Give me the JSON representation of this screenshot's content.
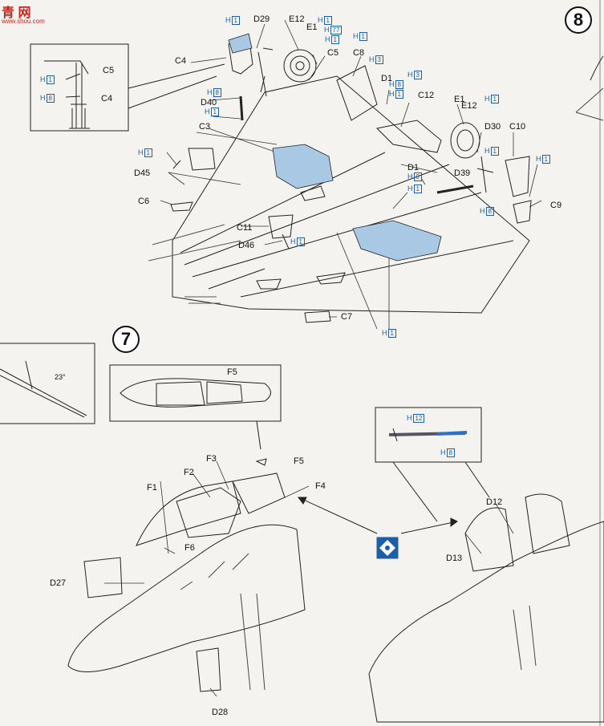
{
  "logo": {
    "text": "青 网",
    "url": "www.shou.com"
  },
  "steps": {
    "step8": "8",
    "step7": "7"
  },
  "angle": "23°",
  "labels": {
    "C4_top": "C4",
    "C5_inset": "C5",
    "C4_inset": "C4",
    "D29": "D29",
    "E12_a": "E12",
    "E1_a": "E1",
    "C5_main": "C5",
    "C8": "C8",
    "D40": "D40",
    "C3": "C3",
    "D45": "D45",
    "C6": "C6",
    "D1_a": "D1",
    "C12": "C12",
    "E1_b": "E1",
    "E12_b": "E12",
    "D30": "D30",
    "C10": "C10",
    "D1_b": "D1",
    "D39": "D39",
    "C9": "C9",
    "C11": "C11",
    "D46": "D46",
    "C7": "C7",
    "F5_inset": "F5",
    "F5": "F5",
    "F3": "F3",
    "F4": "F4",
    "F1": "F1",
    "F2": "F2",
    "F6": "F6",
    "D27": "D27",
    "D28": "D28",
    "D12": "D12",
    "D13": "D13"
  },
  "paint_codes": {
    "H1": "H",
    "H1n": "1",
    "H3": "H",
    "H3n": "3",
    "H8": "H",
    "H8n": "8",
    "H12": "H",
    "H12n": "12",
    "H77": "H",
    "H77n": "77"
  },
  "colors": {
    "blue_part": "#a9c8e4",
    "paint_code": "#1a5fa8",
    "line": "#222222",
    "paper": "#f4f3f0"
  }
}
